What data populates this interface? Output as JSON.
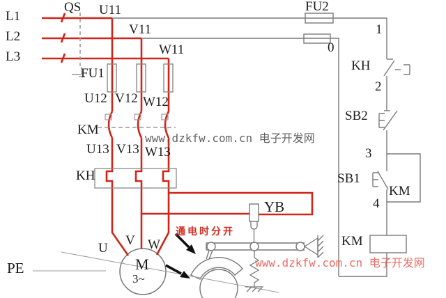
{
  "power": {
    "l1": "L1",
    "l2": "L2",
    "l3": "L3",
    "qs": "QS",
    "u11": "U11",
    "v11": "V11",
    "w11": "W11"
  },
  "main_circuit": {
    "fu1": "FU1",
    "u12": "U12",
    "v12": "V12",
    "w12": "W12",
    "km_contacts": "KM",
    "u13": "U13",
    "v13": "V13",
    "w13": "W13",
    "kh_heater": "KH",
    "term_u": "U",
    "term_v": "V",
    "term_w": "W",
    "motor_letter": "M",
    "motor_phase": "3~",
    "pe": "PE"
  },
  "control_circuit": {
    "fu2": "FU2",
    "node1": "1",
    "node0": "0",
    "node2": "2",
    "node3": "3",
    "node4": "4",
    "kh_contact": "KH",
    "sb2": "SB2",
    "sb1": "SB1",
    "km_aux": "KM",
    "km_coil": "KM"
  },
  "brake": {
    "yb": "YB",
    "note": "通电时分开"
  },
  "watermarks": {
    "dark": "www.dzkfw.com.cn  电子开发网",
    "red": "www.dzkfw.com.cn  电子开发网"
  },
  "colors": {
    "wire_red": "#cf2518",
    "control_gray": "#7a7a7a",
    "note_red": "#d42a20",
    "watermark_red": "#ef5046",
    "watermark_dark": "#464646"
  }
}
